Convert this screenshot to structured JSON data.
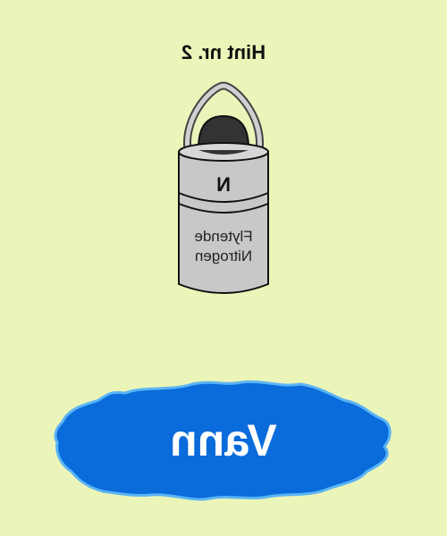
{
  "hint_title": "Hint nr. 2",
  "container": {
    "symbol": "N",
    "label_line1": "Flytende",
    "label_line2": "Nitrogen",
    "body_color": "#c8c8c8",
    "contents_color": "#333333"
  },
  "operator": "+",
  "puddle": {
    "label": "Vann",
    "color": "#0a6bdb",
    "edge_color": "#5ab4f5"
  },
  "mirrored": true
}
